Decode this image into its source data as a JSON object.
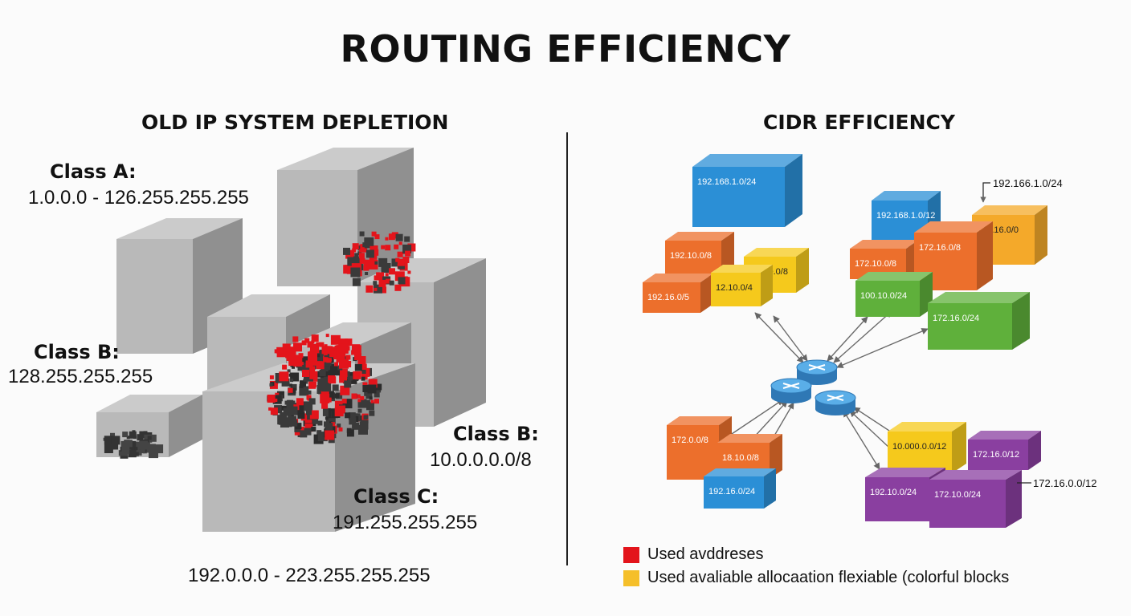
{
  "title": "ROUTING EFFICIENCY",
  "left_panel": {
    "title": "OLD IP SYSTEM DEPLETION",
    "labels": [
      {
        "name": "Class A:",
        "range": "1.0.0.0 - 126.255.255.255"
      },
      {
        "name": "Class B:",
        "range": "128.255.255.255"
      },
      {
        "name": "Class B:",
        "range": "10.0.0.0.0/8"
      },
      {
        "name": "Class C:",
        "range": "191.255.255.255"
      }
    ],
    "bottom_range": "192.0.0.0 - 223.255.255.255"
  },
  "right_panel": {
    "title": "CIDR EFFICIENCY",
    "blocks": [
      {
        "label": "192.168.1.0/24",
        "color": "#2b8fd6"
      },
      {
        "label": "192.10.0/8",
        "color": "#ec6f2c"
      },
      {
        "label": "10 0.0.0/8",
        "color": "#f5c91c"
      },
      {
        "label": "192.16.0/5",
        "color": "#ec6f2c"
      },
      {
        "label": "12.10.0/4",
        "color": "#f5c91c"
      },
      {
        "label": "192.168.1.0/12",
        "color": "#2b8fd6"
      },
      {
        "label": "172.16.0/0",
        "color": "#f4a92a"
      },
      {
        "label": "172.10.0/8",
        "color": "#ec6f2c"
      },
      {
        "label": "172.16.0/8",
        "color": "#ec6f2c"
      },
      {
        "label": "100.10.0/24",
        "color": "#5fb03b"
      },
      {
        "label": "172.16.0/24",
        "color": "#5fb03b"
      },
      {
        "label": "172.0.0/8",
        "color": "#ec6f2c"
      },
      {
        "label": "18.10.0/8",
        "color": "#ec6f2c"
      },
      {
        "label": "192.16.0/24",
        "color": "#2b8fd6"
      },
      {
        "label": "10.000.0.0/12",
        "color": "#f5c91c"
      },
      {
        "label": "172.16.0/12",
        "color": "#8a3fa0"
      },
      {
        "label": "192.10.0/24",
        "color": "#8a3fa0"
      },
      {
        "label": "172.10.0/24",
        "color": "#8a3fa0"
      }
    ],
    "callouts": [
      "192.166.1.0/24",
      "172.16.0.0/12"
    ],
    "legend": [
      {
        "label": "Used avddreses",
        "color": "#e3141b"
      },
      {
        "label": "Used avaliable allocaation flexiable (colorful blocks",
        "color": "#f5bf2a"
      }
    ]
  }
}
